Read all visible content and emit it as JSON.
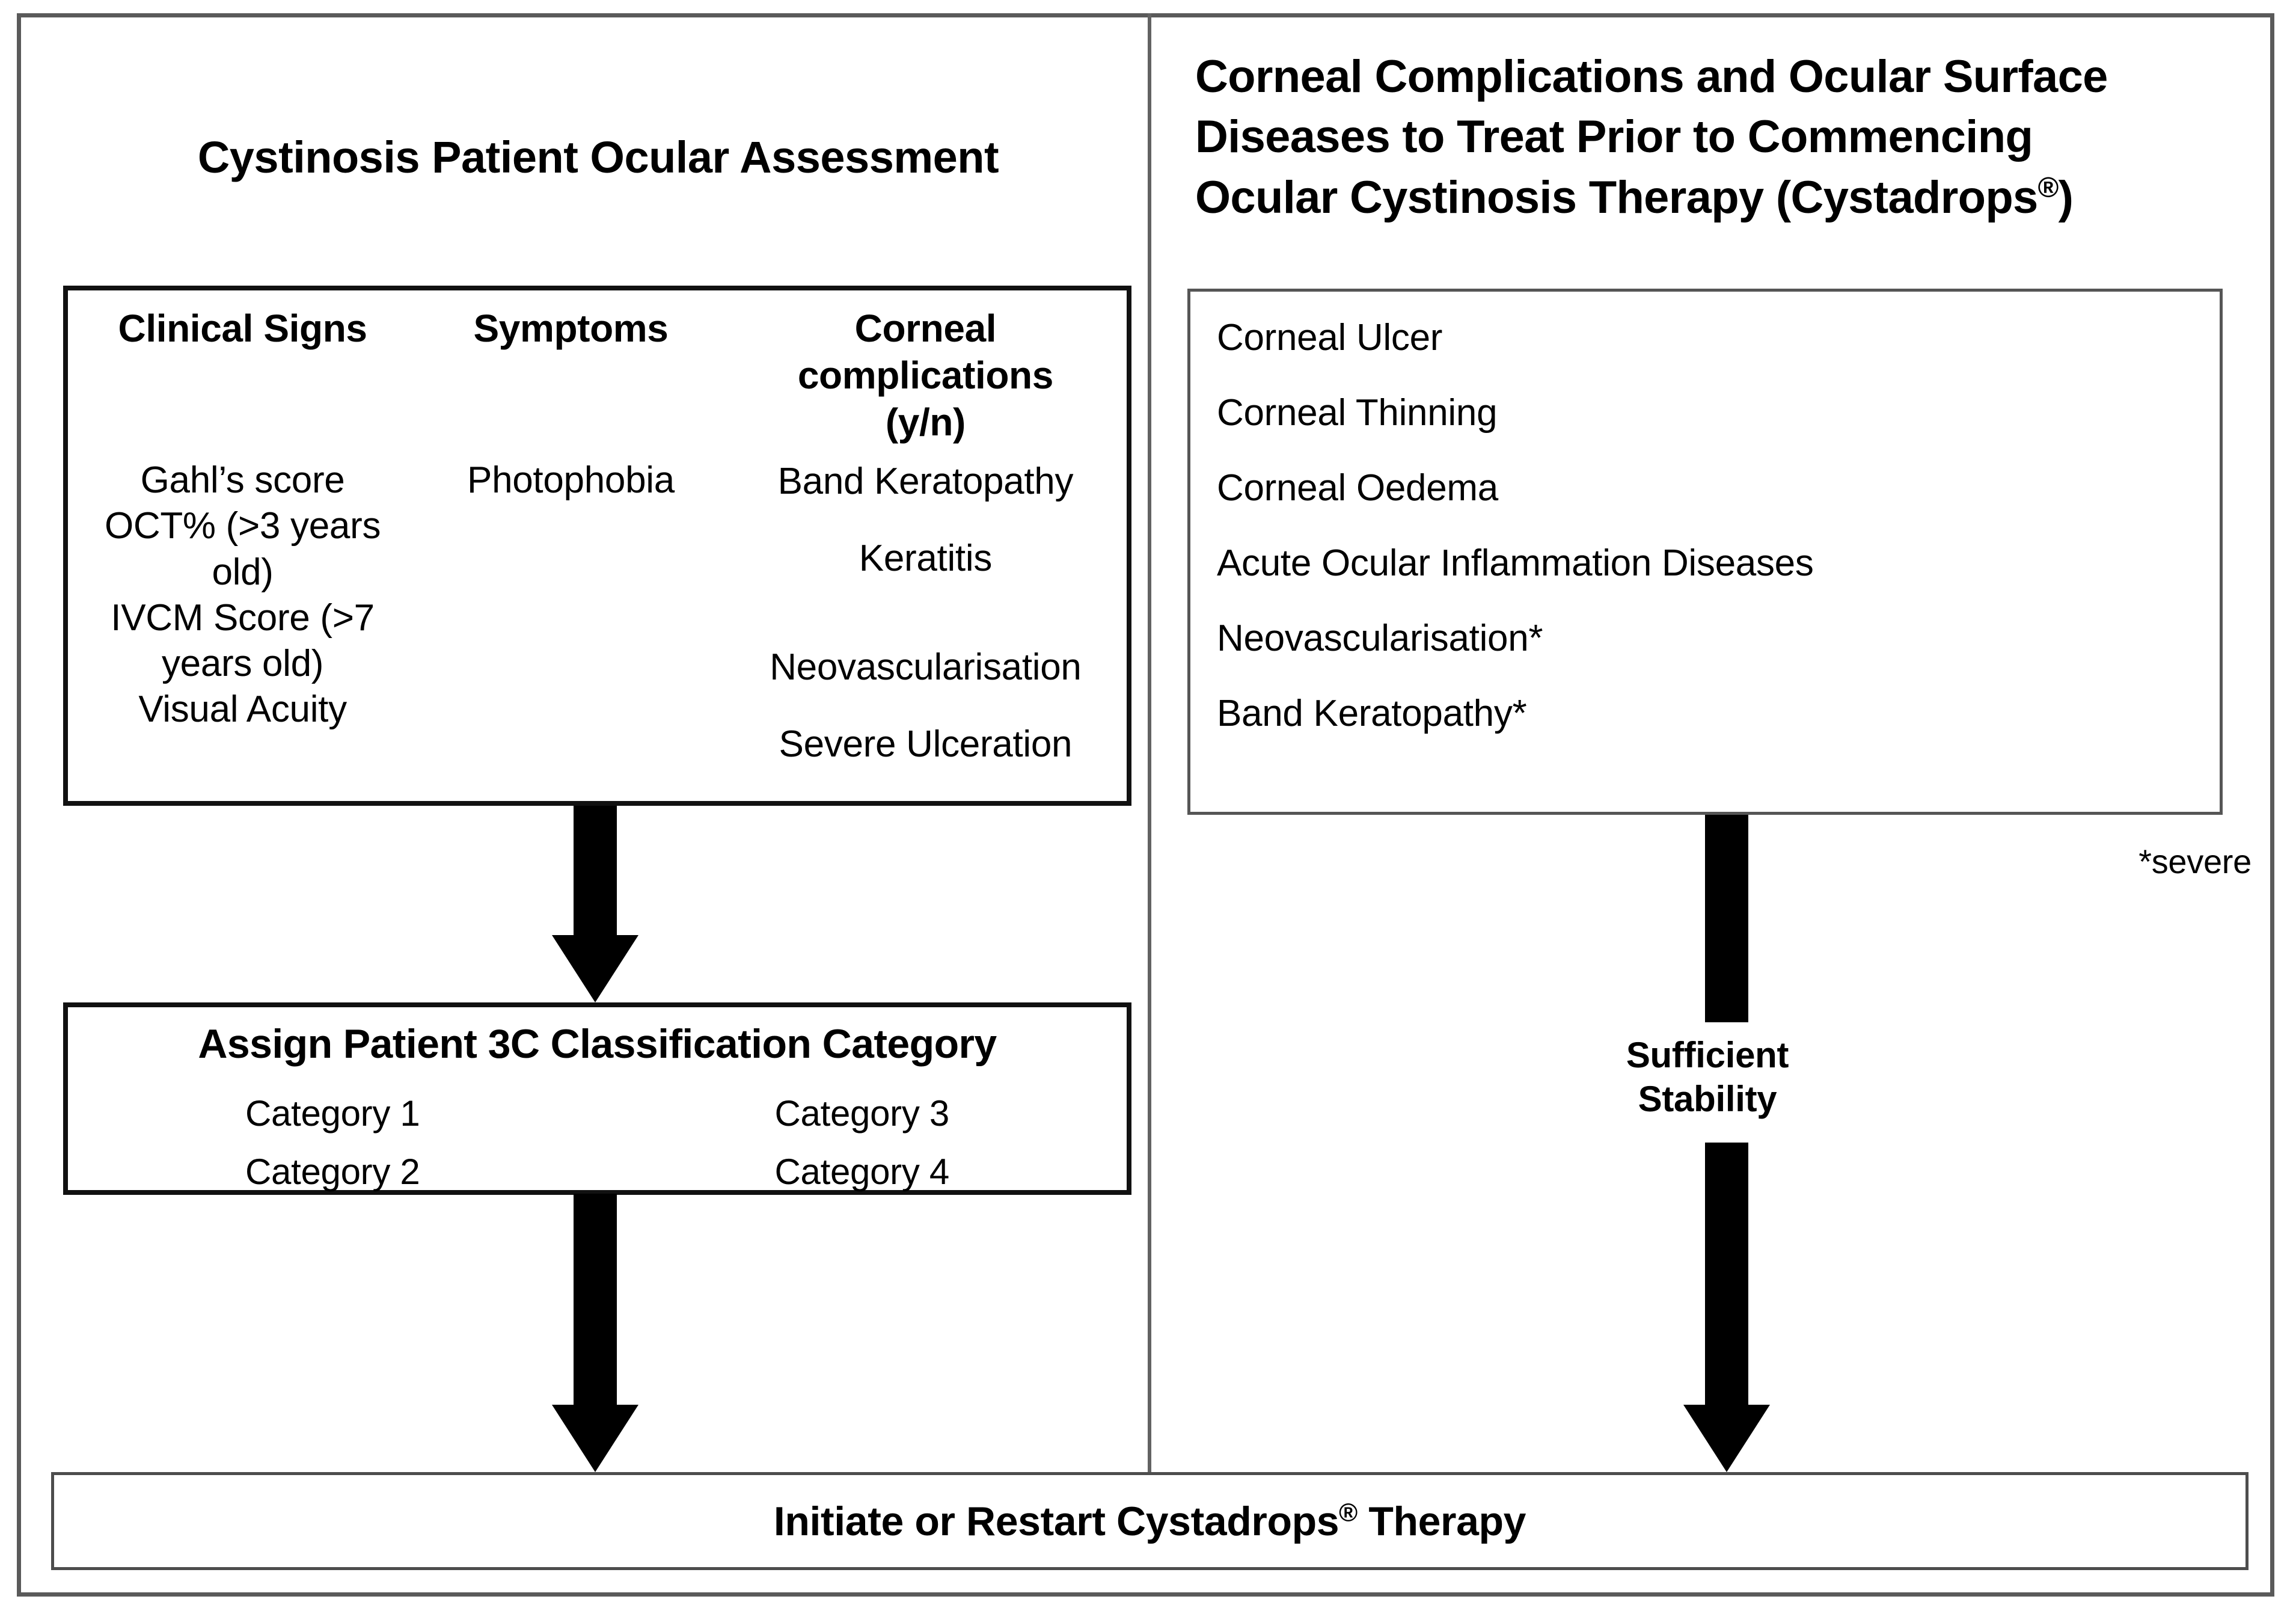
{
  "left_panel": {
    "title": "Cystinosis Patient Ocular Assessment",
    "assessment_box": {
      "columns": [
        {
          "header": "Clinical Signs",
          "items": [
            "Gahl’s score",
            "OCT% (>3 years",
            "old)",
            "IVCM Score (>7",
            "years old)",
            "Visual Acuity"
          ]
        },
        {
          "header": "Symptoms",
          "items": [
            "Photophobia"
          ]
        },
        {
          "header_line_1": "Corneal",
          "header_line_2": "complications",
          "header_line_3": "(y/n)",
          "items": [
            "Band Keratopathy",
            "Keratitis",
            "Neovascularisation",
            "Severe Ulceration"
          ]
        }
      ]
    },
    "classification_box": {
      "title": "Assign Patient 3C Classification Category",
      "left_column": [
        "Category 1",
        "Category 2"
      ],
      "right_column": [
        "Category 3",
        "Category 4"
      ]
    }
  },
  "right_panel": {
    "title_line_1": "Corneal Complications and Ocular Surface",
    "title_line_2": "Diseases to Treat Prior to Commencing",
    "title_line_3a": "Ocular Cystinosis Therapy (Cystadrops",
    "title_line_3b": ")",
    "registered_mark": "®",
    "conditions": [
      "Corneal Ulcer",
      "Corneal Thinning",
      "Corneal Oedema",
      "Acute Ocular Inflammation Diseases",
      "Neovascularisation*",
      "Band Keratopathy*"
    ],
    "footnote": "*severe",
    "flow_label_line_1": "Sufficient",
    "flow_label_line_2": "Stability"
  },
  "bottom": {
    "label_before": "Initiate or Restart Cystadrops",
    "registered_mark": "®",
    "label_after": " Therapy"
  },
  "colors": {
    "outer_frame": "#5a5a5a",
    "box_border_heavy": "#111111",
    "box_border_light": "#565656",
    "arrow": "#000000",
    "text": "#000000",
    "background": "#ffffff"
  }
}
